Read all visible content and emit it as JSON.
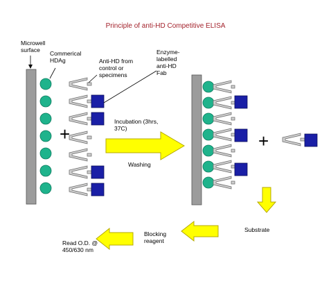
{
  "title": "Principle of anti-HD Competitive ELISA",
  "labels": {
    "microwell": "Microwell\nsurface",
    "hdag": "Commerical\nHDAg",
    "anti_hd": "Anti-HD from\ncontrol or\nspecimens",
    "enzyme_fab": "Enzyme-\nlabelled\nanti-HD\nFab",
    "incubation": "Incubation (3hrs,\n37C)",
    "washing": "Washing",
    "substrate": "Substrate",
    "blocking": "Blocking\nreagent",
    "read_od": "Read O.D. @\n450/630 nm"
  },
  "symbols": {
    "plus": "+"
  },
  "colors": {
    "title": "#a3222c",
    "plate": "#9c9c9c",
    "antigen": "#1fb38c",
    "enzyme": "#1a1fa6",
    "antibody": "#cfcfcf",
    "arrow_fill": "#ffff00",
    "arrow_stroke": "#b5a800"
  }
}
